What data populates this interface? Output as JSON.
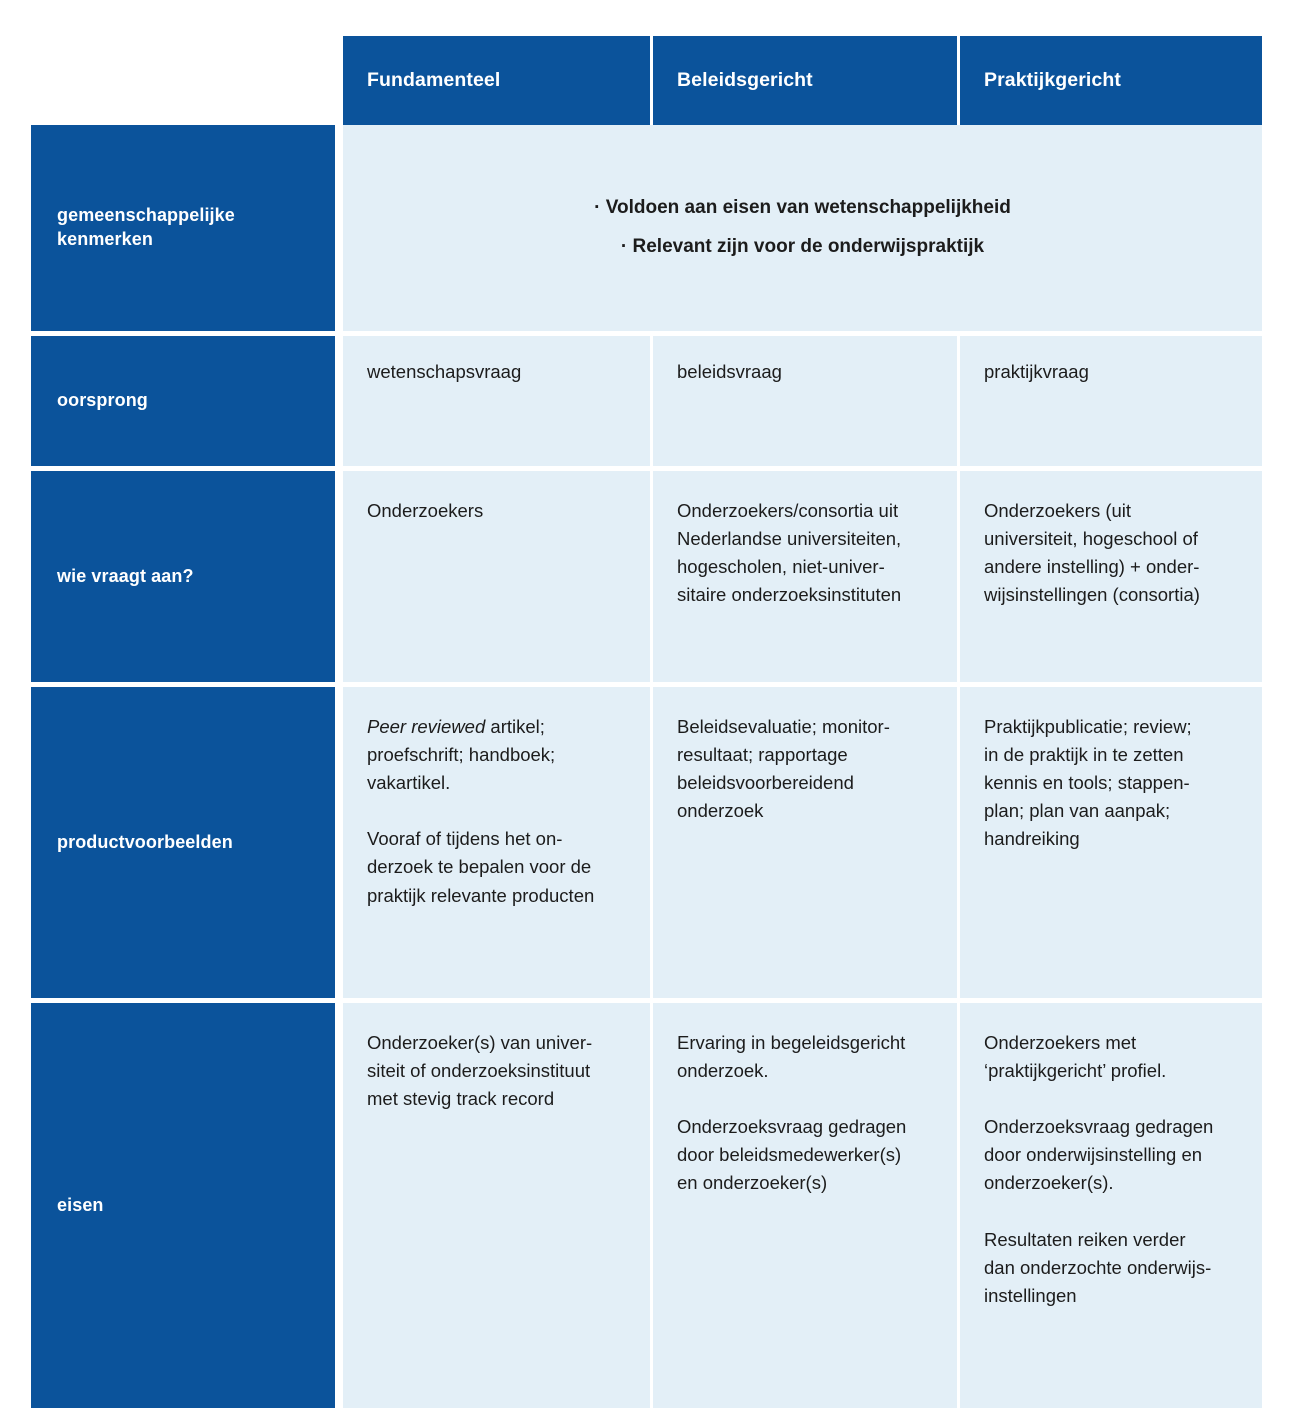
{
  "table": {
    "column_headers": [
      "Fundamenteel",
      "Beleidsgericht",
      "Praktijkgericht"
    ],
    "colors": {
      "header_blue": "#0b539b",
      "cell_light_blue": "#e3eff7",
      "grid_white": "#ffffff",
      "body_text": "#1c1c1c",
      "page_background": "#ffffff"
    },
    "rows": [
      {
        "label": "gemeenschappelijke\nkenmerken",
        "merged": true,
        "bullets": [
          "· Voldoen aan eisen van wetenschappelijkheid",
          "· Relevant zijn voor de onderwijspraktijk"
        ]
      },
      {
        "label": "oorsprong",
        "merged": false,
        "cells": [
          {
            "paragraphs": [
              "wetenschapsvraag"
            ]
          },
          {
            "paragraphs": [
              "beleidsvraag"
            ]
          },
          {
            "paragraphs": [
              "praktijkvraag"
            ]
          }
        ]
      },
      {
        "label": "wie vraagt aan?",
        "merged": false,
        "cells": [
          {
            "paragraphs": [
              "Onderzoekers"
            ]
          },
          {
            "paragraphs": [
              "Onderzoekers/consortia uit\nNederlandse universiteiten,\nhogescholen, niet-univer-\nsitaire onderzoeksinstituten"
            ]
          },
          {
            "paragraphs": [
              "Onderzoekers (uit\nuniversiteit, hogeschool of\nandere instelling) + onder-\nwijsinstellingen (consortia)"
            ]
          }
        ]
      },
      {
        "label": "productvoorbeelden",
        "merged": false,
        "cells": [
          {
            "italic_lead": "Peer reviewed",
            "paragraphs": [
              " artikel;\nproefschrift; handboek;\nvakartikel.",
              "Vooraf of tijdens het on-\nderzoek te bepalen voor de\npraktijk relevante producten"
            ]
          },
          {
            "paragraphs": [
              "Beleidsevaluatie; monitor-\nresultaat; rapportage\nbeleidsvoorbereidend\nonderzoek"
            ]
          },
          {
            "paragraphs": [
              "Praktijkpublicatie; review;\nin de praktijk in te zetten\nkennis en tools; stappen-\nplan; plan van aanpak;\nhandreiking"
            ]
          }
        ]
      },
      {
        "label": "eisen",
        "merged": false,
        "cells": [
          {
            "paragraphs": [
              "Onderzoeker(s) van univer-\nsiteit of onderzoeksinstituut\nmet stevig track record"
            ]
          },
          {
            "paragraphs": [
              "Ervaring in begeleidsgericht\nonderzoek.",
              "Onderzoeksvraag gedragen\ndoor beleidsmedewerker(s)\nen onderzoeker(s)"
            ]
          },
          {
            "paragraphs": [
              "Onderzoekers met\n‘praktijkgericht’ profiel.",
              "Onderzoeksvraag gedragen\ndoor onderwijsinstelling en\nonderzoeker(s).",
              "Resultaten reiken verder\ndan onderzochte onderwijs-\ninstellingen"
            ]
          }
        ]
      }
    ]
  }
}
